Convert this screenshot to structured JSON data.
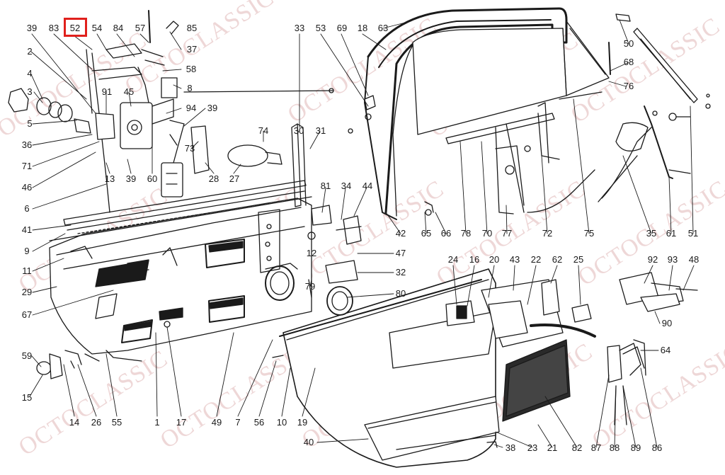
{
  "watermark": "OCTOCLASSIC",
  "highlight_color": "#e0201c",
  "highlighted_part": "52",
  "labels": {
    "p39a": "39",
    "p83": "83",
    "p52": "52",
    "p54": "54",
    "p84": "84",
    "p57": "57",
    "p85": "85",
    "p2": "2",
    "p37": "37",
    "p58": "58",
    "p4": "4",
    "p3": "3",
    "p91": "91",
    "p45": "45",
    "p8": "8",
    "p94": "94",
    "p39b": "39",
    "p5": "5",
    "p36": "36",
    "p71": "71",
    "p46": "46",
    "p13": "13",
    "p39c": "39",
    "p60": "60",
    "p6": "6",
    "p73": "73",
    "p28": "28",
    "p27": "27",
    "p74": "74",
    "p30": "30",
    "p31": "31",
    "p33": "33",
    "p53": "53",
    "p69": "69",
    "p18": "18",
    "p63": "63",
    "p50": "50",
    "p68": "68",
    "p76": "76",
    "p41": "41",
    "p9": "9",
    "p11": "11",
    "p29": "29",
    "p67": "67",
    "p81": "81",
    "p34": "34",
    "p44": "44",
    "p42": "42",
    "p65": "65",
    "p66": "66",
    "p78": "78",
    "p70": "70",
    "p77": "77",
    "p72": "72",
    "p75": "75",
    "p35": "35",
    "p61": "61",
    "p51": "51",
    "p12": "12",
    "p79": "79",
    "p47": "47",
    "p32": "32",
    "p80": "80",
    "p24": "24",
    "p16": "16",
    "p20": "20",
    "p43": "43",
    "p22": "22",
    "p62": "62",
    "p25": "25",
    "p92": "92",
    "p93": "93",
    "p48": "48",
    "p90": "90",
    "p64": "64",
    "p59": "59",
    "p15": "15",
    "p14": "14",
    "p26": "26",
    "p55": "55",
    "p1": "1",
    "p17": "17",
    "p49": "49",
    "p7": "7",
    "p56": "56",
    "p10": "10",
    "p19": "19",
    "p40": "40",
    "p38": "38",
    "p23": "23",
    "p21": "21",
    "p82": "82",
    "p87": "87",
    "p88": "88",
    "p89": "89",
    "p86": "86"
  }
}
